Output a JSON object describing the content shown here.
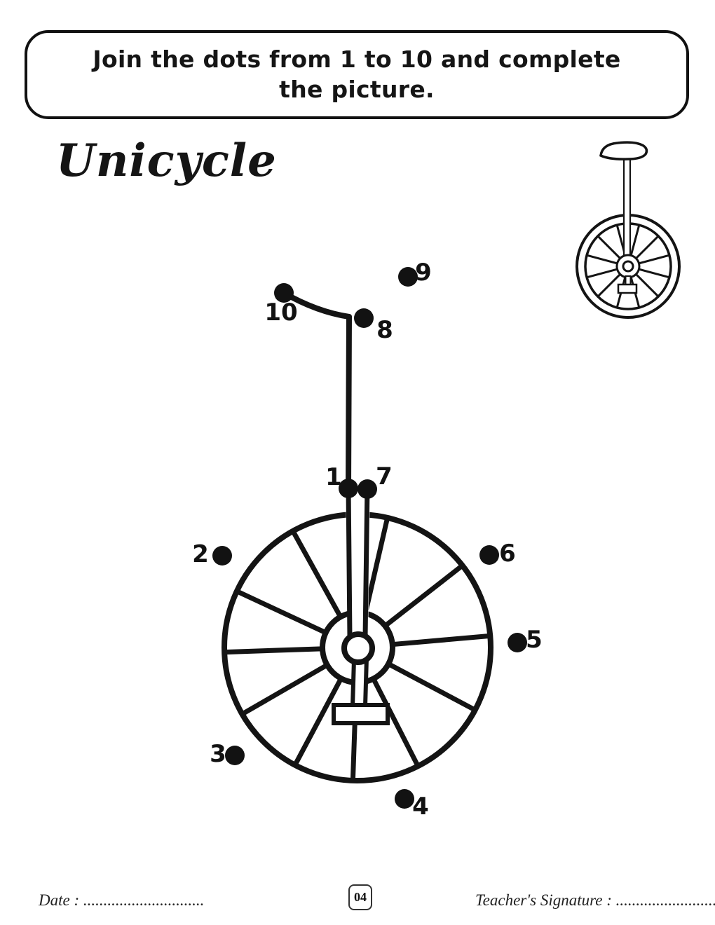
{
  "colors": {
    "ink": "#111111",
    "paper": "#ffffff"
  },
  "header": {
    "line1": "Join the dots from 1 to 10 and complete",
    "line2": "the picture."
  },
  "title": "Unicycle",
  "puzzle": {
    "subject": "unicycle-dot-to-dot",
    "dots": [
      {
        "label": "1"
      },
      {
        "label": "2"
      },
      {
        "label": "3"
      },
      {
        "label": "4"
      },
      {
        "label": "5"
      },
      {
        "label": "6"
      },
      {
        "label": "7"
      },
      {
        "label": "8"
      },
      {
        "label": "9"
      },
      {
        "label": "10"
      }
    ]
  },
  "footer": {
    "date_label": "Date : ..............................",
    "page_number": "04",
    "signature_label": "Teacher's Signature : .............................."
  }
}
